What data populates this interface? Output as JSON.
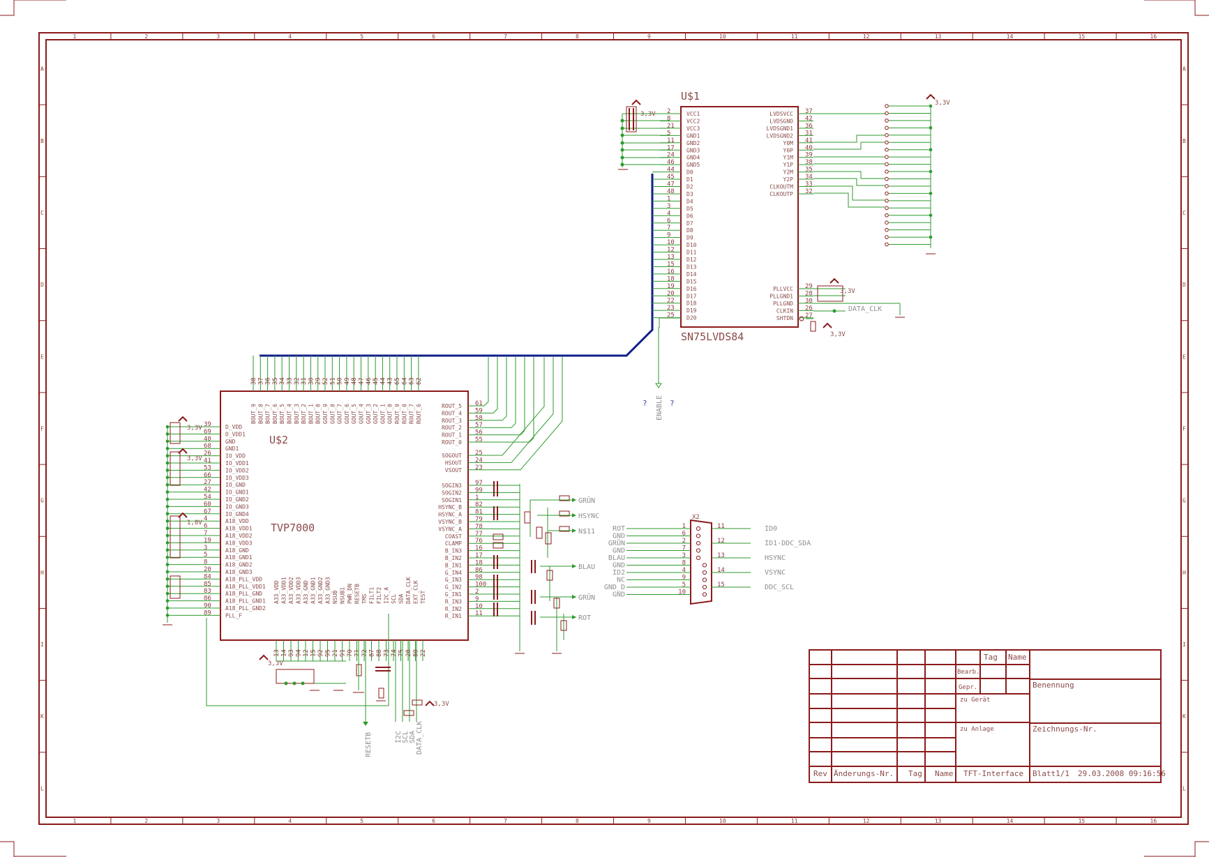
{
  "frame": {
    "columns": [
      "1",
      "2",
      "3",
      "4",
      "5",
      "6",
      "7",
      "8",
      "9",
      "10",
      "11",
      "12",
      "13",
      "14",
      "15",
      "16"
    ],
    "rows": [
      "A",
      "B",
      "C",
      "D",
      "E",
      "F",
      "G",
      "H",
      "I",
      "K",
      "L"
    ]
  },
  "u1": {
    "ref": "U$1",
    "part": "SN75LVDS84",
    "left_pins": [
      {
        "name": "VCC1",
        "num": "2"
      },
      {
        "name": "VCC2",
        "num": "8"
      },
      {
        "name": "VCC3",
        "num": "21"
      },
      {
        "name": "GND1",
        "num": "5"
      },
      {
        "name": "GND2",
        "num": "11"
      },
      {
        "name": "GND3",
        "num": "17"
      },
      {
        "name": "GND4",
        "num": "24"
      },
      {
        "name": "GND5",
        "num": "46"
      },
      {
        "name": "D0",
        "num": "44"
      },
      {
        "name": "D1",
        "num": "45"
      },
      {
        "name": "D2",
        "num": "47"
      },
      {
        "name": "D3",
        "num": "48"
      },
      {
        "name": "D4",
        "num": "1"
      },
      {
        "name": "D5",
        "num": "3"
      },
      {
        "name": "D6",
        "num": "4"
      },
      {
        "name": "D7",
        "num": "6"
      },
      {
        "name": "D8",
        "num": "7"
      },
      {
        "name": "D9",
        "num": "9"
      },
      {
        "name": "D10",
        "num": "10"
      },
      {
        "name": "D11",
        "num": "12"
      },
      {
        "name": "D12",
        "num": "13"
      },
      {
        "name": "D13",
        "num": "15"
      },
      {
        "name": "D14",
        "num": "16"
      },
      {
        "name": "D15",
        "num": "18"
      },
      {
        "name": "D16",
        "num": "19"
      },
      {
        "name": "D17",
        "num": "20"
      },
      {
        "name": "D18",
        "num": "22"
      },
      {
        "name": "D19",
        "num": "23"
      },
      {
        "name": "D20",
        "num": "25"
      }
    ],
    "right_top_pins": [
      {
        "name": "LVDSVCC",
        "num": "37"
      },
      {
        "name": "LVDSGND",
        "num": "42"
      },
      {
        "name": "LVDSGND1",
        "num": "36"
      },
      {
        "name": "LVDSGND2",
        "num": "31"
      },
      {
        "name": "Y0M",
        "num": "41"
      },
      {
        "name": "Y0P",
        "num": "40"
      },
      {
        "name": "Y1M",
        "num": "39"
      },
      {
        "name": "Y1P",
        "num": "38"
      },
      {
        "name": "Y2M",
        "num": "35"
      },
      {
        "name": "Y2P",
        "num": "34"
      },
      {
        "name": "CLKOUTM",
        "num": "33"
      },
      {
        "name": "CLKOUTP",
        "num": "32"
      }
    ],
    "right_bottom_pins": [
      {
        "name": "PLLVCC",
        "num": "29"
      },
      {
        "name": "PLLGND1",
        "num": "28"
      },
      {
        "name": "PLLGND",
        "num": "30"
      },
      {
        "name": "CLKIN",
        "num": "26"
      },
      {
        "name": "SHTDN",
        "num": "27"
      }
    ]
  },
  "u2": {
    "ref": "U$2",
    "part": "TVP7000",
    "left_pins": [
      {
        "name": "D_VDD",
        "num": "39"
      },
      {
        "name": "D_VDD1",
        "num": "69"
      },
      {
        "name": "GND",
        "num": "40"
      },
      {
        "name": "GND1",
        "num": "68"
      },
      {
        "name": "IO_VDD",
        "num": "26"
      },
      {
        "name": "IO_VDD1",
        "num": "41"
      },
      {
        "name": "IO_VDD2",
        "num": "53"
      },
      {
        "name": "IO_VDD3",
        "num": "66"
      },
      {
        "name": "IO_GND",
        "num": "27"
      },
      {
        "name": "IO_GND1",
        "num": "42"
      },
      {
        "name": "IO_GND2",
        "num": "54"
      },
      {
        "name": "IO_GND3",
        "num": "60"
      },
      {
        "name": "IO_GND4",
        "num": "67"
      },
      {
        "name": "A18_VDD",
        "num": "4"
      },
      {
        "name": "A18_VDD1",
        "num": "6"
      },
      {
        "name": "A18_VDD2",
        "num": "7"
      },
      {
        "name": "A18_VDD3",
        "num": "19"
      },
      {
        "name": "A18_GND",
        "num": "3"
      },
      {
        "name": "A18_GND1",
        "num": "5"
      },
      {
        "name": "A18_GND2",
        "num": "8"
      },
      {
        "name": "A18_GND3",
        "num": "20"
      },
      {
        "name": "A18_PLL_VDD",
        "num": "84"
      },
      {
        "name": "A18_PLL_VDD1",
        "num": "85"
      },
      {
        "name": "A18_PLL_GND",
        "num": "83"
      },
      {
        "name": "A18_PLL_GND1",
        "num": "86"
      },
      {
        "name": "A18_PLL_GND2",
        "num": "90"
      },
      {
        "name": "PLL_F",
        "num": "89"
      }
    ],
    "top_pins": [
      {
        "name": "BOUT_9",
        "num": "38"
      },
      {
        "name": "BOUT_8",
        "num": "37"
      },
      {
        "name": "BOUT_7",
        "num": "36"
      },
      {
        "name": "BOUT_6",
        "num": "35"
      },
      {
        "name": "BOUT_5",
        "num": "34"
      },
      {
        "name": "BOUT_4",
        "num": "33"
      },
      {
        "name": "BOUT_3",
        "num": "32"
      },
      {
        "name": "BOUT_2",
        "num": "31"
      },
      {
        "name": "BOUT_1",
        "num": "30"
      },
      {
        "name": "BOUT_0",
        "num": "29"
      },
      {
        "name": "GOUT_9",
        "num": "52"
      },
      {
        "name": "GOUT_8",
        "num": "51"
      },
      {
        "name": "GOUT_7",
        "num": "50"
      },
      {
        "name": "GOUT_6",
        "num": "49"
      },
      {
        "name": "GOUT_5",
        "num": "48"
      },
      {
        "name": "GOUT_4",
        "num": "47"
      },
      {
        "name": "GOUT_3",
        "num": "46"
      },
      {
        "name": "GOUT_2",
        "num": "45"
      },
      {
        "name": "GOUT_1",
        "num": "44"
      },
      {
        "name": "GOUT_0",
        "num": "43"
      },
      {
        "name": "ROUT_9",
        "num": "65"
      },
      {
        "name": "ROUT_8",
        "num": "64"
      },
      {
        "name": "ROUT_7",
        "num": "63"
      },
      {
        "name": "ROUT_6",
        "num": "62"
      }
    ],
    "right_out_pins": [
      {
        "name": "ROUT_5",
        "num": "61"
      },
      {
        "name": "ROUT_4",
        "num": "59"
      },
      {
        "name": "ROUT_3",
        "num": "58"
      },
      {
        "name": "ROUT_2",
        "num": "57"
      },
      {
        "name": "ROUT_1",
        "num": "56"
      },
      {
        "name": "ROUT_0",
        "num": "55"
      }
    ],
    "right_sync_pins": [
      {
        "name": "SOGOUT",
        "num": "25"
      },
      {
        "name": "HSOUT",
        "num": "24"
      },
      {
        "name": "VSOUT",
        "num": "23"
      }
    ],
    "right_in_pins": [
      {
        "name": "SOGIN3",
        "num": "97"
      },
      {
        "name": "SOGIN2",
        "num": "99"
      },
      {
        "name": "SOGIN1",
        "num": "1"
      },
      {
        "name": "HSYNC_B",
        "num": "82"
      },
      {
        "name": "HSYNC_A",
        "num": "81"
      },
      {
        "name": "VSYNC_B",
        "num": "79"
      },
      {
        "name": "VSYNC_A",
        "num": "78"
      },
      {
        "name": "COAST",
        "num": "77"
      },
      {
        "name": "CLAMP",
        "num": "76"
      },
      {
        "name": "B_IN3",
        "num": "16"
      },
      {
        "name": "B_IN2",
        "num": "17"
      },
      {
        "name": "B_IN1",
        "num": "18"
      },
      {
        "name": "G_IN4",
        "num": "86"
      },
      {
        "name": "G_IN3",
        "num": "98"
      },
      {
        "name": "G_IN2",
        "num": "100"
      },
      {
        "name": "G_IN1",
        "num": "2"
      },
      {
        "name": "R_IN3",
        "num": "9"
      },
      {
        "name": "R_IN2",
        "num": "10"
      },
      {
        "name": "R_IN1",
        "num": "11"
      }
    ],
    "bottom_pins": [
      {
        "name": "A33_VDD",
        "num": "13"
      },
      {
        "name": "A33_VDD1",
        "num": "14"
      },
      {
        "name": "A33_VDD2",
        "num": "93"
      },
      {
        "name": "A33_VDD3",
        "num": "94"
      },
      {
        "name": "A33_GND",
        "num": "12"
      },
      {
        "name": "A33_GND1",
        "num": "15"
      },
      {
        "name": "A33_GND2",
        "num": "92"
      },
      {
        "name": "A33_GND3",
        "num": "95"
      },
      {
        "name": "NSUB",
        "num": "21"
      },
      {
        "name": "NSUB1",
        "num": "91"
      },
      {
        "name": "PWR_DN",
        "num": "70"
      },
      {
        "name": "RESETB",
        "num": "71"
      },
      {
        "name": "TMS",
        "num": "72"
      },
      {
        "name": "FILT1",
        "num": "87"
      },
      {
        "name": "FILT2",
        "num": "88"
      },
      {
        "name": "I2C_A",
        "num": "73"
      },
      {
        "name": "SCL",
        "num": "74"
      },
      {
        "name": "SDA",
        "num": "75"
      },
      {
        "name": "DATA_CLK",
        "num": "28"
      },
      {
        "name": "EXT_CLK",
        "num": "80"
      },
      {
        "name": "TEST",
        "num": "22"
      }
    ]
  },
  "x2": {
    "ref": "X2",
    "left": [
      {
        "name": "ROT",
        "num": "1"
      },
      {
        "name": "GND",
        "num": "6"
      },
      {
        "name": "GRÜN",
        "num": "2"
      },
      {
        "name": "GND",
        "num": "7"
      },
      {
        "name": "BLAU",
        "num": "3"
      },
      {
        "name": "GND",
        "num": "8"
      },
      {
        "name": "ID2",
        "num": "4"
      },
      {
        "name": "NC",
        "num": "9"
      },
      {
        "name": "GND_D",
        "num": "5"
      },
      {
        "name": "GND",
        "num": "10"
      }
    ],
    "right": [
      {
        "name": "ID0",
        "num": "11"
      },
      {
        "name": "ID1-DDC_SDA",
        "num": "12"
      },
      {
        "name": "HSYNC",
        "num": "13"
      },
      {
        "name": "VSYNC",
        "num": "14"
      },
      {
        "name": "DDC_SCL",
        "num": "15"
      }
    ]
  },
  "net_labels": {
    "gruen1": "GRÜN",
    "hsync": "HSYNC",
    "n11": "N$11",
    "blau": "BLAU",
    "gruen2": "GRÜN",
    "rot": "ROT",
    "data_clk": "DATA_CLK",
    "enable": "ENABLE",
    "resetb": "RESETB",
    "i2c": "I2C",
    "scl": "SCL",
    "sda": "SDA",
    "data_clk2": "DATA_CLK",
    "q1": "?",
    "q2": "?"
  },
  "title_block": {
    "tag": "Tag",
    "name": "Name",
    "bearb": "Bearb.",
    "gepr": "Gepr.",
    "zu_geraet": "zu Gerät",
    "zu_anlage": "zu Anlage",
    "benennung": "Benennung",
    "zeichnungs_nr": "Zeichnungs-Nr.",
    "rev": "Rev",
    "aenderungs_nr": "Änderungs-Nr.",
    "tag2": "Tag",
    "name2": "Name",
    "project": "TFT-Interface",
    "sheet": "Blatt1/1",
    "date": "29.03.2008 09:16:56"
  },
  "colors": {
    "frame": "#8b1a1a",
    "wire": "#2e9a2e",
    "bus": "#0f1e8a",
    "label": "#8f8f8f"
  }
}
